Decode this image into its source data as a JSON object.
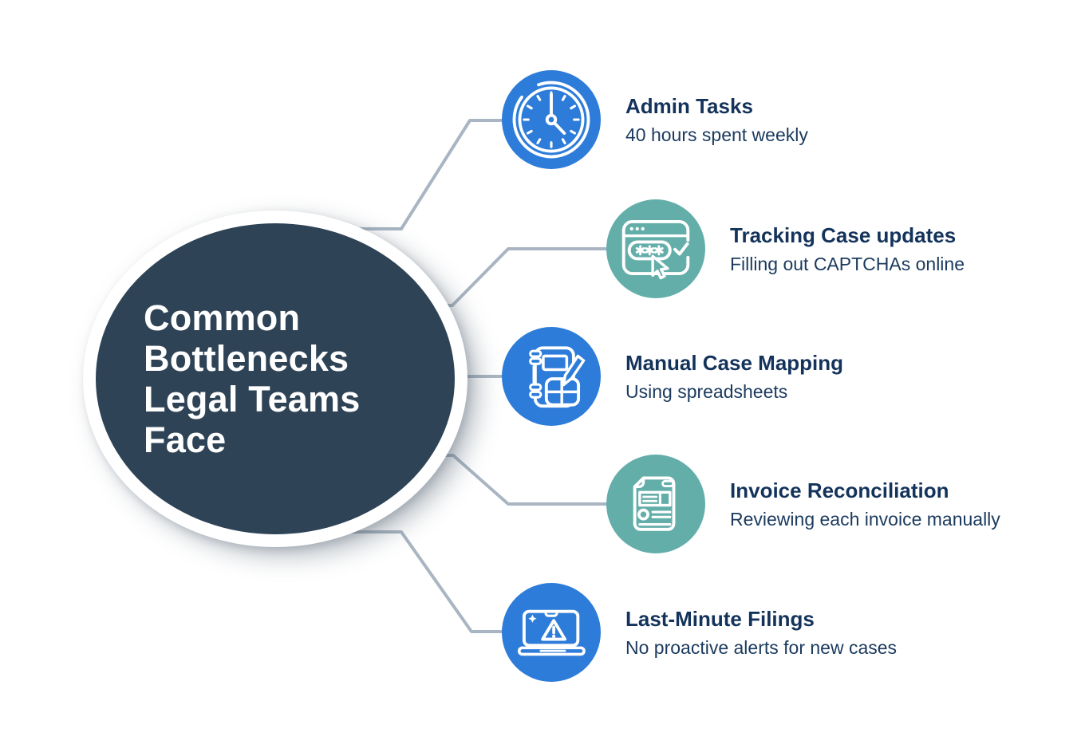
{
  "page": {
    "background": "#FFFFFF"
  },
  "center_circle": {
    "title": "Common Bottlenecks Legal Teams Face",
    "lines": [
      "Common",
      "Bottlenecks",
      "Legal Teams",
      "Face"
    ],
    "fill": "#2E4356",
    "ring": "#FFFFFF",
    "text_color": "#FFFFFF"
  },
  "items": [
    {
      "icon": "clock-icon",
      "title": "Admin Tasks",
      "subtitle": "40 hours spent weekly",
      "circle_color": "#2E7CD9"
    },
    {
      "icon": "captcha-browser-icon",
      "title": "Tracking Case updates",
      "subtitle": "Filling out CAPTCHAs online",
      "circle_color": "#64AEAA"
    },
    {
      "icon": "notebook-spreadsheet-icon",
      "title": "Manual Case Mapping",
      "subtitle": "Using spreadsheets",
      "circle_color": "#2E7CD9"
    },
    {
      "icon": "invoice-document-icon",
      "title": "Invoice Reconciliation",
      "subtitle": "Reviewing each invoice manually",
      "circle_color": "#64AEAA"
    },
    {
      "icon": "laptop-warning-icon",
      "title": "Last-Minute Filings",
      "subtitle": "No proactive alerts for new cases",
      "circle_color": "#2E7CD9"
    }
  ],
  "colors": {
    "blue": "#2E7CD9",
    "teal": "#64AEAA",
    "navy": "#2E4356",
    "title_text": "#14335B",
    "connector": "#A9B5C2"
  }
}
